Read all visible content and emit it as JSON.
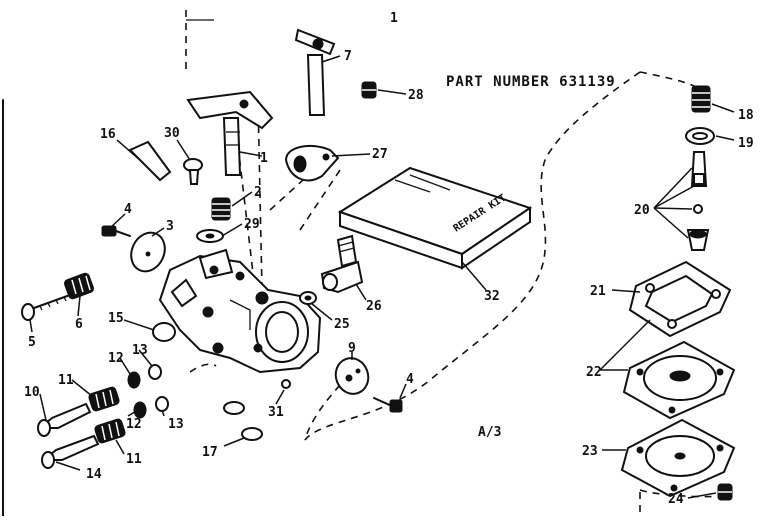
{
  "header": {
    "part_number_label": "PART NUMBER 631139",
    "corner_mark": "1"
  },
  "kit_label": "REPAIR KIT",
  "page_ref": "A/3",
  "callouts": {
    "c1": "1",
    "c2": "2",
    "c3": "3",
    "c4a": "4",
    "c4b": "4",
    "c5": "5",
    "c6": "6",
    "c7": "7",
    "c9": "9",
    "c10": "10",
    "c11a": "11",
    "c11b": "11",
    "c12a": "12",
    "c12b": "12",
    "c13a": "13",
    "c13b": "13",
    "c14": "14",
    "c15": "15",
    "c16": "16",
    "c17": "17",
    "c18": "18",
    "c19": "19",
    "c20": "20",
    "c21": "21",
    "c22": "22",
    "c23": "23",
    "c24": "24",
    "c25": "25",
    "c26": "26",
    "c27": "27",
    "c28": "28",
    "c29": "29",
    "c30": "30",
    "c31": "31",
    "c32": "32"
  }
}
